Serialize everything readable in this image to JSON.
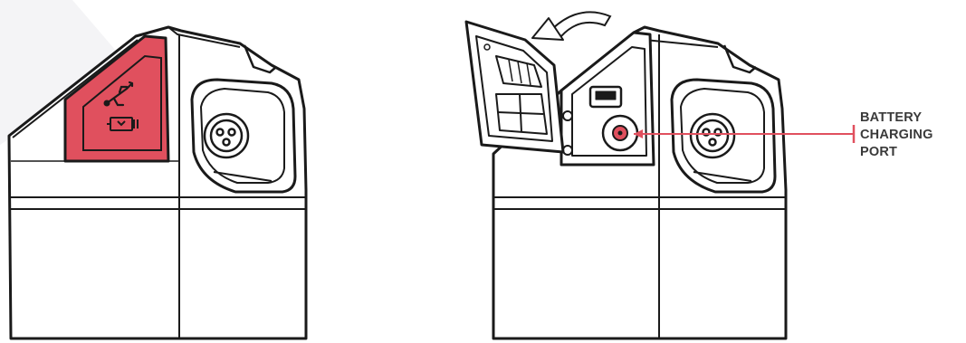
{
  "callout": {
    "lines": [
      "BATTERY",
      "CHARGING",
      "PORT"
    ]
  },
  "colors": {
    "accent": "#e0505e",
    "outline": "#1a1a1a",
    "fill": "#ffffff",
    "background_shape": "#f4f4f6",
    "label": "#3a3a3a"
  },
  "icons": [
    "usb-icon",
    "battery-charge-icon",
    "open-arrow-icon",
    "barrel-connector-icon"
  ]
}
